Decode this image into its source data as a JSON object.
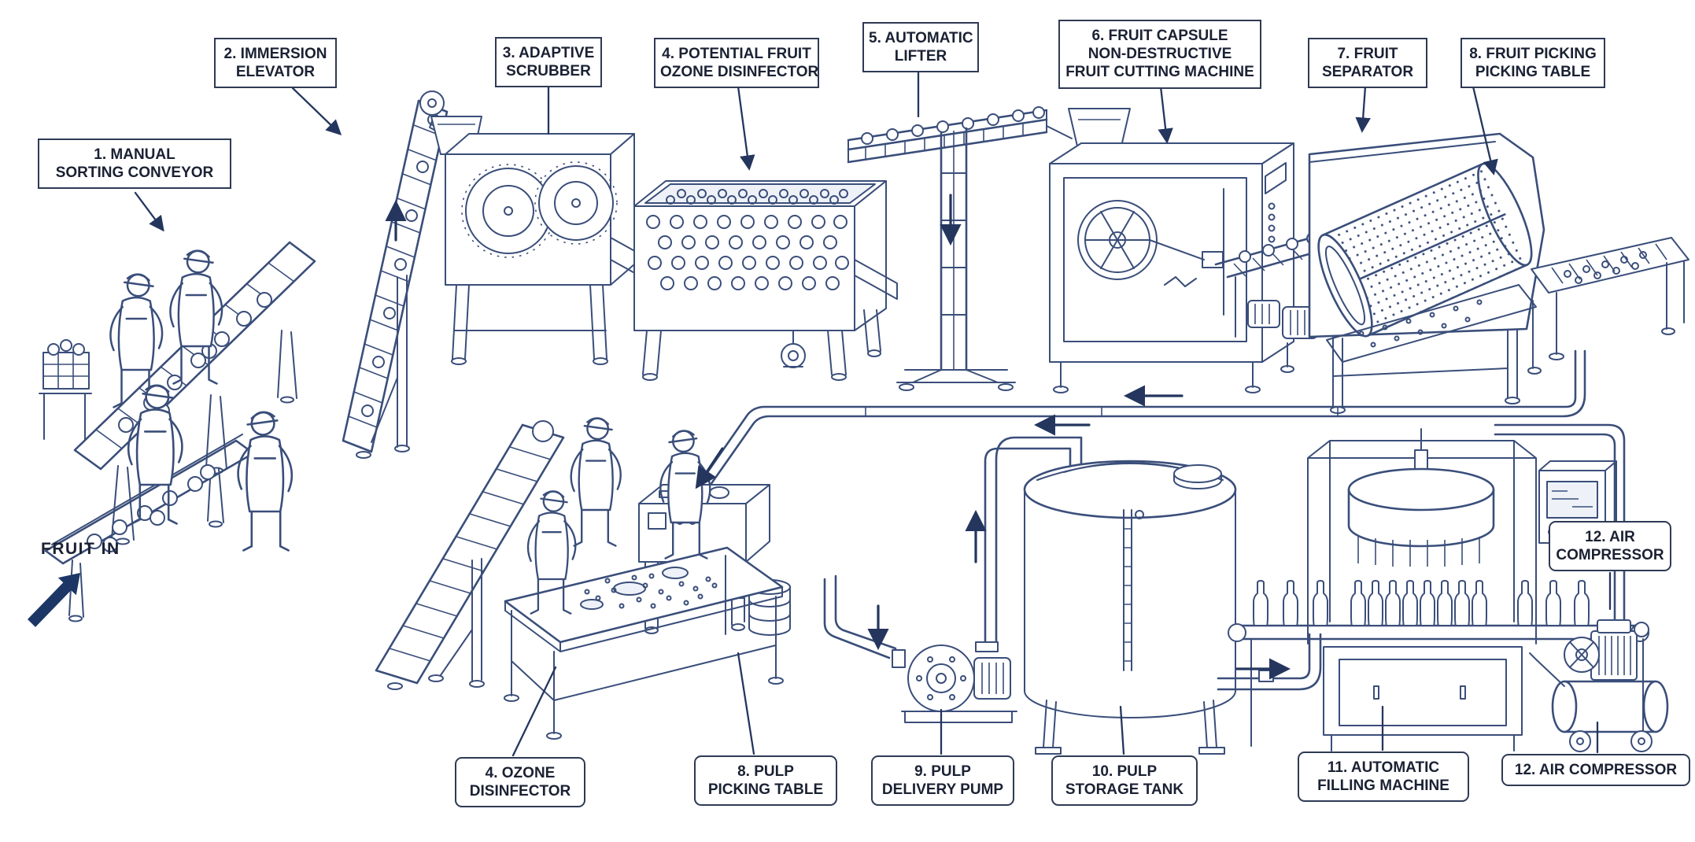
{
  "diagram": {
    "flow_in_label": "FRUIT IN",
    "labels": [
      {
        "id": "manual-sorting-conveyor",
        "lines": [
          "1. MANUAL",
          "SORTING CONVEYOR"
        ]
      },
      {
        "id": "immersion-elevator",
        "lines": [
          "2. IMMERSION",
          "ELEVATOR"
        ]
      },
      {
        "id": "adaptive-scrubber",
        "lines": [
          "3. ADAPTIVE",
          "SCRUBBER"
        ]
      },
      {
        "id": "potential-fruit-ozone-disinfector",
        "lines": [
          "4. POTENTIAL FRUIT",
          "OZONE DISINFECTOR"
        ]
      },
      {
        "id": "automatic-lifter",
        "lines": [
          "5. AUTOMATIC",
          "LIFTER"
        ]
      },
      {
        "id": "fruit-capsule-cutting-machine",
        "lines": [
          "6. FRUIT CAPSULE",
          "NON-DESTRUCTIVE",
          "FRUIT CUTTING MACHINE"
        ]
      },
      {
        "id": "fruit-separator",
        "lines": [
          "7. FRUIT",
          "SEPARATOR"
        ]
      },
      {
        "id": "fruit-picking-picking-table",
        "lines": [
          "8. FRUIT PICKING",
          "PICKING TABLE"
        ]
      },
      {
        "id": "ozone-disinfector",
        "lines": [
          "4. OZONE",
          "DISINFECTOR"
        ]
      },
      {
        "id": "pulp-picking-table",
        "lines": [
          "8. PULP",
          "PICKING TABLE"
        ]
      },
      {
        "id": "pulp-delivery-pump",
        "lines": [
          "9. PULP",
          "DELIVERY PUMP"
        ]
      },
      {
        "id": "pulp-storage-tank",
        "lines": [
          "10. PULP",
          "STORAGE TANK"
        ]
      },
      {
        "id": "automatic-filling-machine",
        "lines": [
          "11. AUTOMATIC",
          "FILLING MACHINE"
        ]
      },
      {
        "id": "air-compressor-upper",
        "lines": [
          "12. AIR",
          "COMPRESSOR"
        ]
      },
      {
        "id": "air-compressor-lower",
        "lines": [
          "12. AIR COMPRESSOR"
        ]
      }
    ],
    "colors": {
      "line": "#3a4e7a",
      "dark_line": "#24365e",
      "label_border": "#2e3a55",
      "label_text": "#1a2133",
      "flow_arrow_fill": "#1c3765",
      "background": "#ffffff"
    }
  }
}
